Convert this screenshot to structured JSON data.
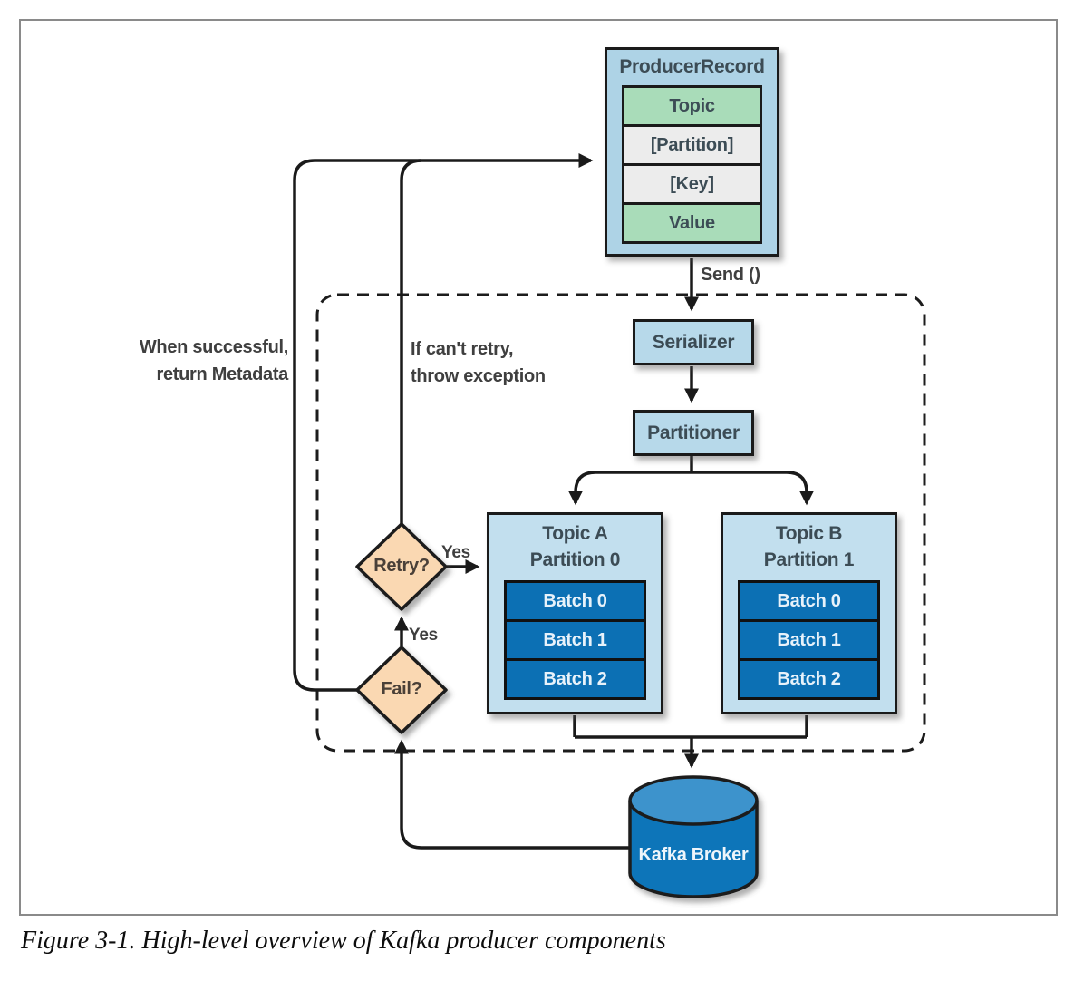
{
  "figure": {
    "caption": "Figure 3-1. High-level overview of Kafka producer components"
  },
  "producer_record": {
    "title": "ProducerRecord",
    "rows": [
      {
        "label": "Topic"
      },
      {
        "label": "[Partition]"
      },
      {
        "label": "[Key]"
      },
      {
        "label": "Value"
      }
    ]
  },
  "nodes": {
    "serializer": "Serializer",
    "partitioner": "Partitioner",
    "retry": "Retry?",
    "fail": "Fail?",
    "broker": "Kafka Broker"
  },
  "topic_a": {
    "title_line1": "Topic A",
    "title_line2": "Partition 0",
    "batches": [
      "Batch 0",
      "Batch 1",
      "Batch 2"
    ]
  },
  "topic_b": {
    "title_line1": "Topic B",
    "title_line2": "Partition 1",
    "batches": [
      "Batch 0",
      "Batch 1",
      "Batch 2"
    ]
  },
  "labels": {
    "send": "Send ()",
    "when_successful_line1": "When successful,",
    "when_successful_line2": "return Metadata",
    "if_cant_retry_line1": "If can't retry,",
    "if_cant_retry_line2": "throw exception",
    "yes_retry": "Yes",
    "yes_fail": "Yes"
  },
  "colors": {
    "box_blue": "#b7d9ea",
    "producer_record_blue": "#aed3e6",
    "row_green": "#a9dcb9",
    "row_gray": "#ececec",
    "batch_blue": "#0c70b4",
    "diamond_peach": "#fad8b2",
    "cylinder_body": "#1174b9",
    "cylinder_top": "#3d93cc",
    "line_black": "#1a1a1a",
    "frame_gray": "#8a8a8a"
  }
}
